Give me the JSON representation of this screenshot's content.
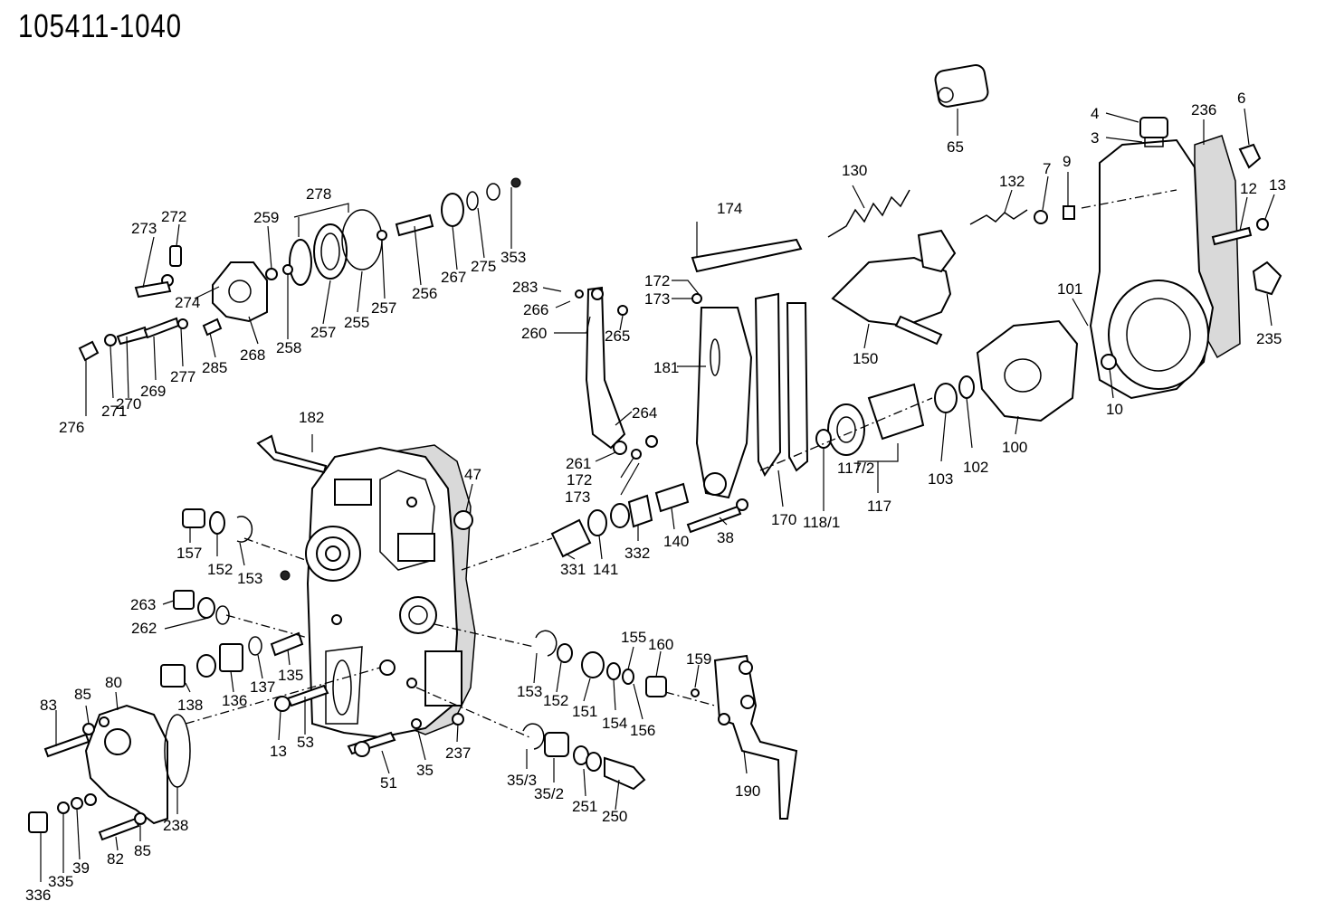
{
  "title": "105411-1040",
  "callouts": [
    "273",
    "272",
    "259",
    "278",
    "274",
    "268",
    "258",
    "257",
    "255",
    "257",
    "256",
    "267",
    "275",
    "353",
    "276",
    "271",
    "270",
    "269",
    "277",
    "285",
    "283",
    "266",
    "260",
    "265",
    "264",
    "261",
    "172",
    "173",
    "174",
    "172",
    "173",
    "181",
    "170",
    "130",
    "150",
    "132",
    "7",
    "9",
    "4",
    "3",
    "236",
    "6",
    "12",
    "13",
    "101",
    "235",
    "10",
    "65",
    "100",
    "102",
    "103",
    "117/2",
    "117",
    "118/1",
    "182",
    "47",
    "157",
    "152",
    "153",
    "331",
    "141",
    "332",
    "140",
    "38",
    "263",
    "262",
    "138",
    "136",
    "137",
    "135",
    "153",
    "152",
    "151",
    "155",
    "154",
    "160",
    "156",
    "159",
    "190",
    "80",
    "83",
    "85",
    "13",
    "53",
    "51",
    "35",
    "237",
    "35/3",
    "35/2",
    "251",
    "250",
    "238",
    "336",
    "335",
    "39",
    "82",
    "85"
  ]
}
